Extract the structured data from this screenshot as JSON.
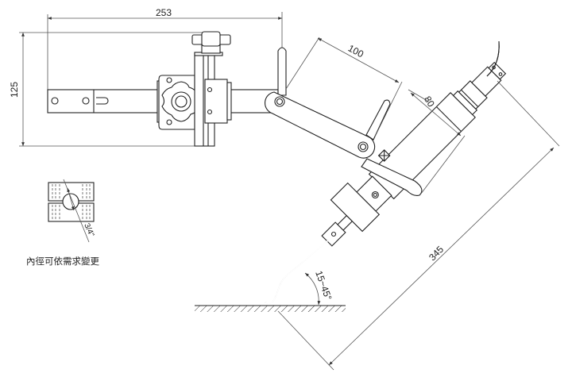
{
  "dimensions": {
    "overall_width": "253",
    "overall_height": "125",
    "arm_length": "100",
    "body_offset": "80",
    "total_length": "345",
    "angle_range": "15~45°",
    "bore_size": "3/4\""
  },
  "notes": {
    "bore_note": "內徑可依需求變更"
  }
}
